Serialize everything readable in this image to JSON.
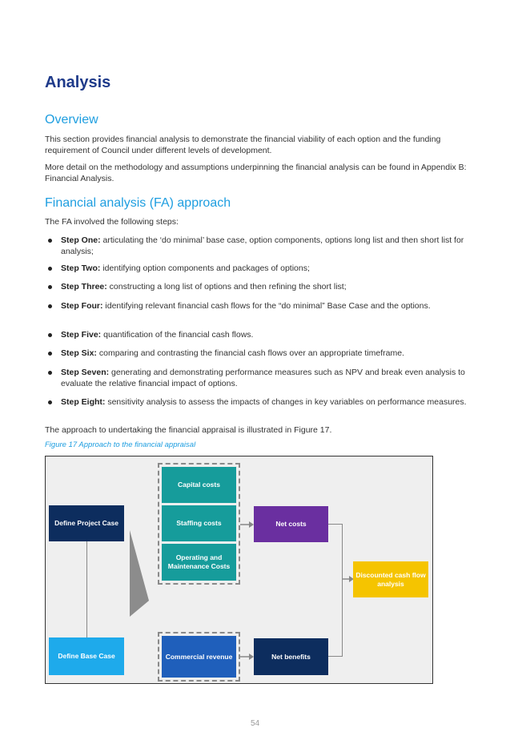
{
  "title": "Analysis",
  "overview": {
    "heading": "Overview",
    "para1": "This section provides financial analysis to demonstrate the financial viability of each option and the funding requirement of Council under different levels of development.",
    "para2": "More detail on the methodology and assumptions underpinning the financial analysis can be found in Appendix B: Financial Analysis."
  },
  "fa": {
    "heading": "Financial analysis (FA) approach",
    "intro": "The FA involved the following steps:",
    "steps": [
      {
        "label": "Step One:",
        "text": " articulating the ‘do minimal’ base case, option components, options long list and then short list for analysis;"
      },
      {
        "label": "Step Two:",
        "text": " identifying option components and packages of options;"
      },
      {
        "label": "Step Three:",
        "text": " constructing a long list of options and then refining the short list;"
      },
      {
        "label": "Step Four:",
        "text": " identifying relevant financial cash flows for the “do minimal” Base Case and the options."
      },
      {
        "label": "Step Five:",
        "text": " quantification of the financial cash flows."
      },
      {
        "label": "Step Six:",
        "text": " comparing and contrasting the financial cash flows over an appropriate timeframe."
      },
      {
        "label": "Step Seven:",
        "text": " generating and demonstrating performance measures such as NPV and break even analysis to evaluate the relative financial impact of options."
      },
      {
        "label": "Step Eight:",
        "text": " sensitivity analysis to assess the impacts of changes in key variables on performance measures."
      }
    ],
    "outro": "The approach to undertaking the financial appraisal is illustrated in Figure 17."
  },
  "figure": {
    "caption": "Figure 17 Approach to the financial appraisal",
    "define_project_case": "Define Project Case",
    "define_base_case": "Define Base Case",
    "capital_costs": "Capital costs",
    "staffing_costs": "Staffing costs",
    "om_costs": "Operating and Maintenance Costs",
    "commercial_revenue": "Commercial revenue",
    "net_costs": "Net costs",
    "net_benefits": "Net benefits",
    "dcf_analysis": "Discounted cash flow analysis"
  },
  "page_number": "54"
}
